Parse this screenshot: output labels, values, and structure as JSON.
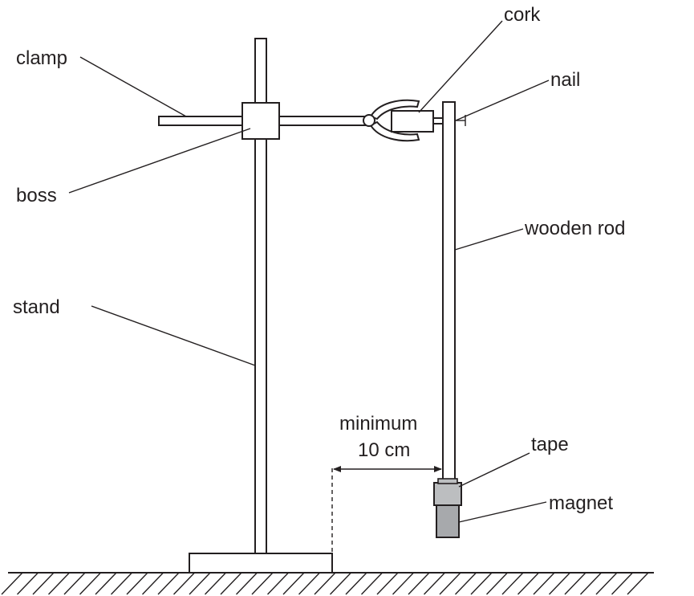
{
  "labels": {
    "clamp": "clamp",
    "boss": "boss",
    "stand": "stand",
    "cork": "cork",
    "nail": "nail",
    "wooden_rod": "wooden rod",
    "minimum": "minimum",
    "distance": "10 cm",
    "tape": "tape",
    "magnet": "magnet"
  },
  "colors": {
    "ink": "#231f20",
    "tape_fill": "#bcbec0",
    "magnet_fill": "#a7a9ac",
    "background": "#ffffff"
  }
}
